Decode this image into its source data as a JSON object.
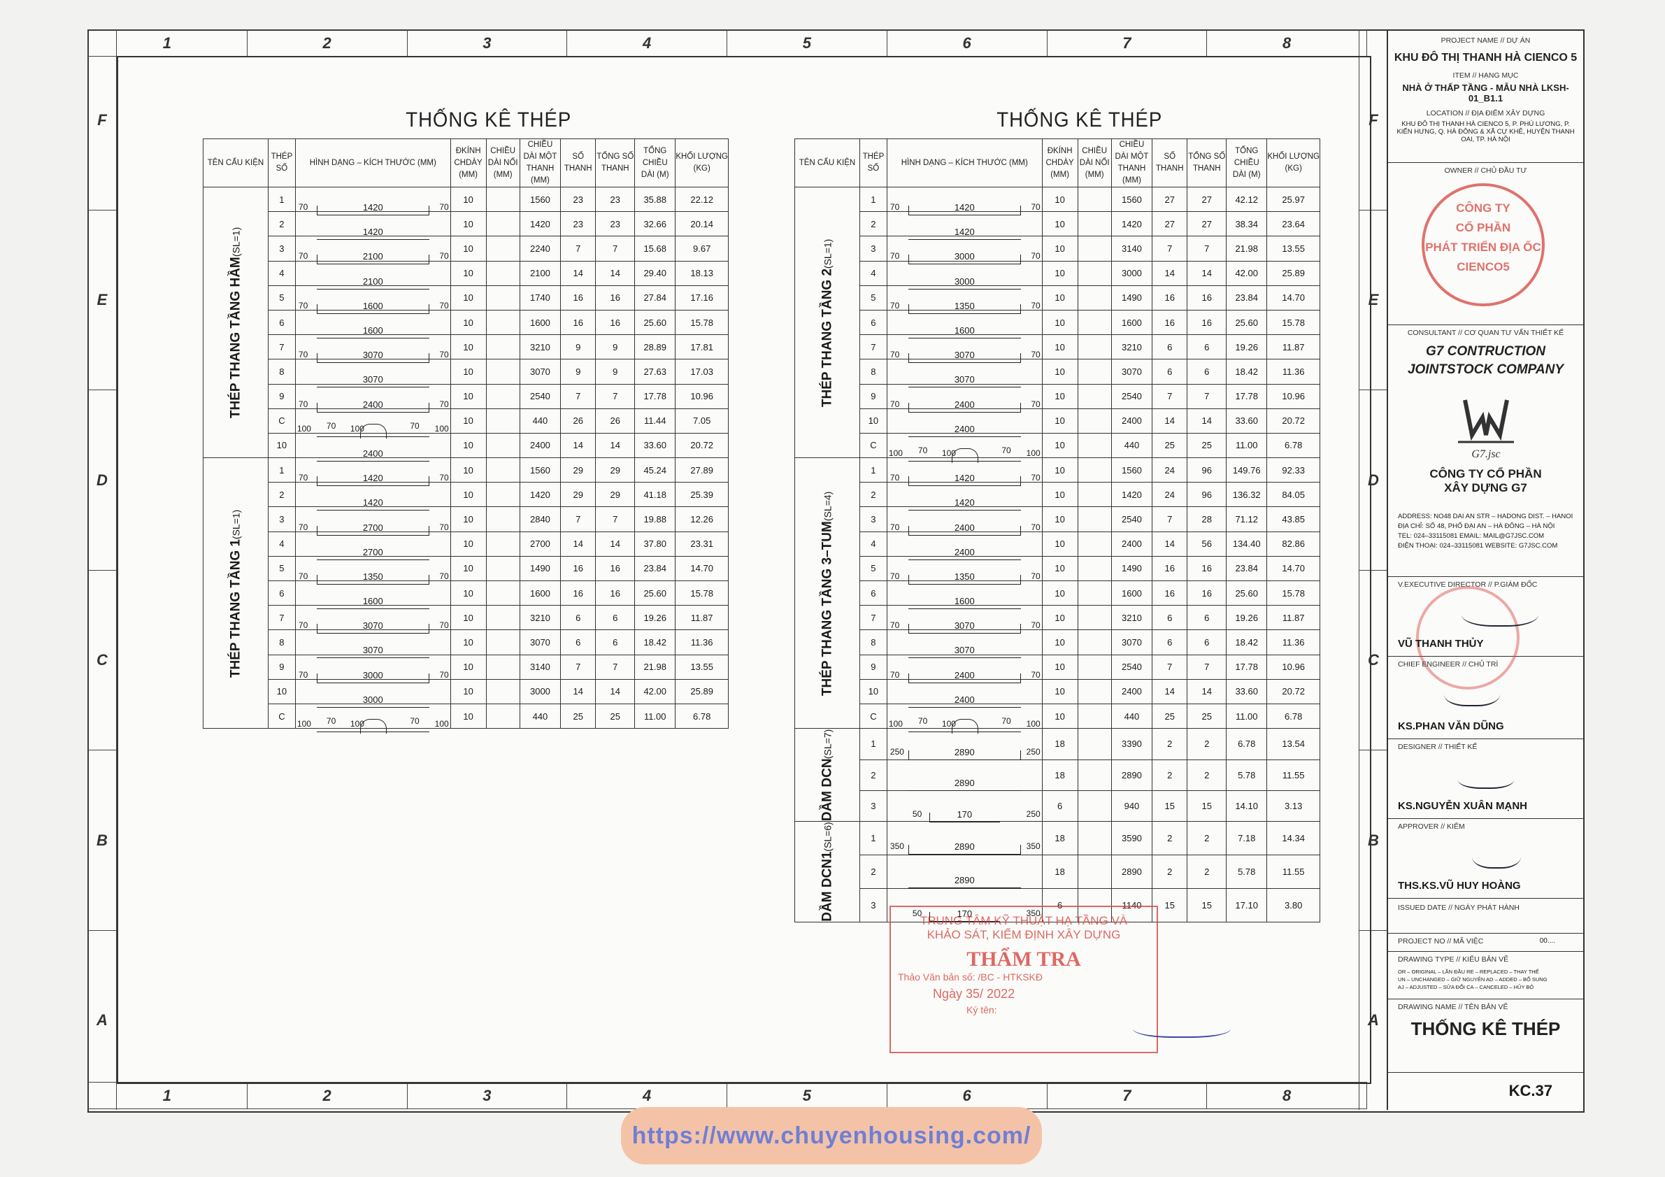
{
  "grid": {
    "columns": [
      "1",
      "2",
      "3",
      "4",
      "5",
      "6",
      "7",
      "8"
    ],
    "rows": [
      "F",
      "E",
      "D",
      "C",
      "B",
      "A"
    ]
  },
  "tables": [
    {
      "title": "THỐNG KÊ THÉP",
      "headers": [
        "TÊN CẤU KIỆN",
        "THÉP SỐ",
        "HÌNH DẠNG – KÍCH THƯỚC (MM)",
        "ĐKÍNH CHDÀY (MM)",
        "CHIỀU DÀI NỐI (MM)",
        "CHIỀU DÀI MỘT THANH (MM)",
        "SỐ THANH",
        "TỔNG SỐ THANH",
        "TỔNG CHIỀU DÀI (M)",
        "KHỐI LƯỢNG (KG)"
      ],
      "groups": [
        {
          "name": "THÉP THANG TẦNG HẦM",
          "sl": "(SL=1)",
          "rows": [
            {
              "no": "1",
              "shape": "hook",
              "ends": "70",
              "len": "1420",
              "d": "10",
              "one": "1560",
              "n": "23",
              "total": "23",
              "tl": "35.88",
              "kg": "22.12"
            },
            {
              "no": "2",
              "shape": "bar",
              "len": "1420",
              "d": "10",
              "one": "1420",
              "n": "23",
              "total": "23",
              "tl": "32.66",
              "kg": "20.14"
            },
            {
              "no": "3",
              "shape": "hook",
              "ends": "70",
              "len": "2100",
              "d": "10",
              "one": "2240",
              "n": "7",
              "total": "7",
              "tl": "15.68",
              "kg": "9.67"
            },
            {
              "no": "4",
              "shape": "bar",
              "len": "2100",
              "d": "10",
              "one": "2100",
              "n": "14",
              "total": "14",
              "tl": "29.40",
              "kg": "18.13"
            },
            {
              "no": "5",
              "shape": "hook",
              "ends": "70",
              "len": "1600",
              "d": "10",
              "one": "1740",
              "n": "16",
              "total": "16",
              "tl": "27.84",
              "kg": "17.16"
            },
            {
              "no": "6",
              "shape": "bar",
              "len": "1600",
              "d": "10",
              "one": "1600",
              "n": "16",
              "total": "16",
              "tl": "25.60",
              "kg": "15.78"
            },
            {
              "no": "7",
              "shape": "hook",
              "ends": "70",
              "len": "3070",
              "d": "10",
              "one": "3210",
              "n": "9",
              "total": "9",
              "tl": "28.89",
              "kg": "17.81"
            },
            {
              "no": "8",
              "shape": "bar",
              "len": "3070",
              "d": "10",
              "one": "3070",
              "n": "9",
              "total": "9",
              "tl": "27.63",
              "kg": "17.03"
            },
            {
              "no": "9",
              "shape": "hook",
              "ends": "70",
              "len": "2400",
              "d": "10",
              "one": "2540",
              "n": "7",
              "total": "7",
              "tl": "17.78",
              "kg": "10.96"
            },
            {
              "no": "C",
              "shape": "c",
              "d": "10",
              "one": "440",
              "n": "26",
              "total": "26",
              "tl": "11.44",
              "kg": "7.05"
            },
            {
              "no": "10",
              "shape": "bar",
              "len": "2400",
              "d": "10",
              "one": "2400",
              "n": "14",
              "total": "14",
              "tl": "33.60",
              "kg": "20.72"
            }
          ]
        },
        {
          "name": "THÉP THANG TẦNG 1",
          "sl": "(SL=1)",
          "rows": [
            {
              "no": "1",
              "shape": "hook",
              "ends": "70",
              "len": "1420",
              "d": "10",
              "one": "1560",
              "n": "29",
              "total": "29",
              "tl": "45.24",
              "kg": "27.89"
            },
            {
              "no": "2",
              "shape": "bar",
              "len": "1420",
              "d": "10",
              "one": "1420",
              "n": "29",
              "total": "29",
              "tl": "41.18",
              "kg": "25.39"
            },
            {
              "no": "3",
              "shape": "hook",
              "ends": "70",
              "len": "2700",
              "d": "10",
              "one": "2840",
              "n": "7",
              "total": "7",
              "tl": "19.88",
              "kg": "12.26"
            },
            {
              "no": "4",
              "shape": "bar",
              "len": "2700",
              "d": "10",
              "one": "2700",
              "n": "14",
              "total": "14",
              "tl": "37.80",
              "kg": "23.31"
            },
            {
              "no": "5",
              "shape": "hook",
              "ends": "70",
              "len": "1350",
              "d": "10",
              "one": "1490",
              "n": "16",
              "total": "16",
              "tl": "23.84",
              "kg": "14.70"
            },
            {
              "no": "6",
              "shape": "bar",
              "len": "1600",
              "d": "10",
              "one": "1600",
              "n": "16",
              "total": "16",
              "tl": "25.60",
              "kg": "15.78"
            },
            {
              "no": "7",
              "shape": "hook",
              "ends": "70",
              "len": "3070",
              "d": "10",
              "one": "3210",
              "n": "6",
              "total": "6",
              "tl": "19.26",
              "kg": "11.87"
            },
            {
              "no": "8",
              "shape": "bar",
              "len": "3070",
              "d": "10",
              "one": "3070",
              "n": "6",
              "total": "6",
              "tl": "18.42",
              "kg": "11.36"
            },
            {
              "no": "9",
              "shape": "hook",
              "ends": "70",
              "len": "3000",
              "d": "10",
              "one": "3140",
              "n": "7",
              "total": "7",
              "tl": "21.98",
              "kg": "13.55"
            },
            {
              "no": "10",
              "shape": "bar",
              "len": "3000",
              "d": "10",
              "one": "3000",
              "n": "14",
              "total": "14",
              "tl": "42.00",
              "kg": "25.89"
            },
            {
              "no": "C",
              "shape": "c",
              "d": "10",
              "one": "440",
              "n": "25",
              "total": "25",
              "tl": "11.00",
              "kg": "6.78"
            }
          ]
        }
      ]
    },
    {
      "title": "THỐNG KÊ THÉP",
      "headers": [
        "TÊN CẤU KIỆN",
        "THÉP SỐ",
        "HÌNH DẠNG – KÍCH THƯỚC (MM)",
        "ĐKÍNH CHDÀY (MM)",
        "CHIỀU DÀI NỐI (MM)",
        "CHIỀU DÀI MỘT THANH (MM)",
        "SỐ THANH",
        "TỔNG SỐ THANH",
        "TỔNG CHIỀU DÀI (M)",
        "KHỐI LƯỢNG (KG)"
      ],
      "groups": [
        {
          "name": "THÉP THANG TẦNG 2",
          "sl": "(SL=1)",
          "rows": [
            {
              "no": "1",
              "shape": "hook",
              "ends": "70",
              "len": "1420",
              "d": "10",
              "one": "1560",
              "n": "27",
              "total": "27",
              "tl": "42.12",
              "kg": "25.97"
            },
            {
              "no": "2",
              "shape": "bar",
              "len": "1420",
              "d": "10",
              "one": "1420",
              "n": "27",
              "total": "27",
              "tl": "38.34",
              "kg": "23.64"
            },
            {
              "no": "3",
              "shape": "hook",
              "ends": "70",
              "len": "3000",
              "d": "10",
              "one": "3140",
              "n": "7",
              "total": "7",
              "tl": "21.98",
              "kg": "13.55"
            },
            {
              "no": "4",
              "shape": "bar",
              "len": "3000",
              "d": "10",
              "one": "3000",
              "n": "14",
              "total": "14",
              "tl": "42.00",
              "kg": "25.89"
            },
            {
              "no": "5",
              "shape": "hook",
              "ends": "70",
              "len": "1350",
              "d": "10",
              "one": "1490",
              "n": "16",
              "total": "16",
              "tl": "23.84",
              "kg": "14.70"
            },
            {
              "no": "6",
              "shape": "bar",
              "len": "1600",
              "d": "10",
              "one": "1600",
              "n": "16",
              "total": "16",
              "tl": "25.60",
              "kg": "15.78"
            },
            {
              "no": "7",
              "shape": "hook",
              "ends": "70",
              "len": "3070",
              "d": "10",
              "one": "3210",
              "n": "6",
              "total": "6",
              "tl": "19.26",
              "kg": "11.87"
            },
            {
              "no": "8",
              "shape": "bar",
              "len": "3070",
              "d": "10",
              "one": "3070",
              "n": "6",
              "total": "6",
              "tl": "18.42",
              "kg": "11.36"
            },
            {
              "no": "9",
              "shape": "hook",
              "ends": "70",
              "len": "2400",
              "d": "10",
              "one": "2540",
              "n": "7",
              "total": "7",
              "tl": "17.78",
              "kg": "10.96"
            },
            {
              "no": "10",
              "shape": "bar",
              "len": "2400",
              "d": "10",
              "one": "2400",
              "n": "14",
              "total": "14",
              "tl": "33.60",
              "kg": "20.72"
            },
            {
              "no": "C",
              "shape": "c",
              "d": "10",
              "one": "440",
              "n": "25",
              "total": "25",
              "tl": "11.00",
              "kg": "6.78"
            }
          ]
        },
        {
          "name": "THÉP THANG TẦNG 3–TUM",
          "sl": "(SL=4)",
          "rows": [
            {
              "no": "1",
              "shape": "hook",
              "ends": "70",
              "len": "1420",
              "d": "10",
              "one": "1560",
              "n": "24",
              "total": "96",
              "tl": "149.76",
              "kg": "92.33"
            },
            {
              "no": "2",
              "shape": "bar",
              "len": "1420",
              "d": "10",
              "one": "1420",
              "n": "24",
              "total": "96",
              "tl": "136.32",
              "kg": "84.05"
            },
            {
              "no": "3",
              "shape": "hook",
              "ends": "70",
              "len": "2400",
              "d": "10",
              "one": "2540",
              "n": "7",
              "total": "28",
              "tl": "71.12",
              "kg": "43.85"
            },
            {
              "no": "4",
              "shape": "bar",
              "len": "2400",
              "d": "10",
              "one": "2400",
              "n": "14",
              "total": "56",
              "tl": "134.40",
              "kg": "82.86"
            },
            {
              "no": "5",
              "shape": "hook",
              "ends": "70",
              "len": "1350",
              "d": "10",
              "one": "1490",
              "n": "16",
              "total": "16",
              "tl": "23.84",
              "kg": "14.70"
            },
            {
              "no": "6",
              "shape": "bar",
              "len": "1600",
              "d": "10",
              "one": "1600",
              "n": "16",
              "total": "16",
              "tl": "25.60",
              "kg": "15.78"
            },
            {
              "no": "7",
              "shape": "hook",
              "ends": "70",
              "len": "3070",
              "d": "10",
              "one": "3210",
              "n": "6",
              "total": "6",
              "tl": "19.26",
              "kg": "11.87"
            },
            {
              "no": "8",
              "shape": "bar",
              "len": "3070",
              "d": "10",
              "one": "3070",
              "n": "6",
              "total": "6",
              "tl": "18.42",
              "kg": "11.36"
            },
            {
              "no": "9",
              "shape": "hook",
              "ends": "70",
              "len": "2400",
              "d": "10",
              "one": "2540",
              "n": "7",
              "total": "7",
              "tl": "17.78",
              "kg": "10.96"
            },
            {
              "no": "10",
              "shape": "bar",
              "len": "2400",
              "d": "10",
              "one": "2400",
              "n": "14",
              "total": "14",
              "tl": "33.60",
              "kg": "20.72"
            },
            {
              "no": "C",
              "shape": "c",
              "d": "10",
              "one": "440",
              "n": "25",
              "total": "25",
              "tl": "11.00",
              "kg": "6.78"
            }
          ]
        },
        {
          "name": "DẦM DCN",
          "sl": "(SL=7)",
          "rows": [
            {
              "no": "1",
              "shape": "hook",
              "ends": "250",
              "len": "2890",
              "d": "18",
              "one": "3390",
              "n": "2",
              "total": "2",
              "tl": "6.78",
              "kg": "13.54"
            },
            {
              "no": "2",
              "shape": "bar",
              "len": "2890",
              "d": "18",
              "one": "2890",
              "n": "2",
              "total": "2",
              "tl": "5.78",
              "kg": "11.55"
            },
            {
              "no": "3",
              "shape": "stirrup",
              "len": "170",
              "left": "50",
              "right": "250",
              "d": "6",
              "one": "940",
              "n": "15",
              "total": "15",
              "tl": "14.10",
              "kg": "3.13"
            }
          ]
        },
        {
          "name": "DẦM DCN1",
          "sl": "(SL=6)",
          "rows": [
            {
              "no": "1",
              "shape": "hook",
              "ends": "350",
              "len": "2890",
              "d": "18",
              "one": "3590",
              "n": "2",
              "total": "2",
              "tl": "7.18",
              "kg": "14.34"
            },
            {
              "no": "2",
              "shape": "bar",
              "len": "2890",
              "d": "18",
              "one": "2890",
              "n": "2",
              "total": "2",
              "tl": "5.78",
              "kg": "11.55"
            },
            {
              "no": "3",
              "shape": "stirrup",
              "len": "170",
              "left": "50",
              "right": "350",
              "d": "6",
              "one": "1140",
              "n": "15",
              "total": "15",
              "tl": "17.10",
              "kg": "3.80"
            }
          ]
        }
      ]
    }
  ],
  "c_shape": {
    "outer": "100",
    "inner": "70",
    "mid": "100"
  },
  "title_block": {
    "project_label": "PROJECT NAME // DỰ ÁN",
    "project": "KHU ĐÔ THỊ THANH HÀ CIENCO 5",
    "item_label": "ITEM // HẠNG MỤC",
    "item": "NHÀ Ở THẤP TẦNG - MẪU NHÀ LKSH-01_B1.1",
    "location_label": "LOCATION // ĐỊA ĐIỂM XÂY DỰNG",
    "location": "KHU ĐÔ THỊ THANH HÀ CIENCO 5, P. PHÚ LƯƠNG, P. KIẾN HƯNG, Q. HÀ ĐÔNG & XÃ CỰ KHÊ, HUYỆN THANH OAI, TP. HÀ NỘI",
    "owner_label": "OWNER // CHỦ ĐẦU TƯ",
    "owner_stamp": [
      "CÔNG TY",
      "CỔ PHẦN",
      "PHÁT TRIỂN ĐỊA ỐC",
      "CIENCO5"
    ],
    "consultant_label": "CONSULTANT // CƠ QUAN TƯ VẤN THIẾT KẾ",
    "consultant": [
      "G7 CONTRUCTION",
      "JOINTSTOCK COMPANY"
    ],
    "logo_text": "G7.jsc",
    "company": [
      "CÔNG TY CỔ PHẦN",
      "XÂY DỰNG G7"
    ],
    "address": [
      "ADDRESS:   NO48 DAI AN STR – HADONG DIST. – HANOI",
      "ĐỊA CHỈ:     SỐ 48, PHỐ ĐẠI AN – HÀ ĐÔNG – HÀ NỘI",
      "TEL:           024–33115081    EMAIL: MAIL@G7JSC.COM",
      "ĐIỆN THOẠI: 024–33115081    WEBSITE:  G7JSC.COM"
    ],
    "director_label": "V.EXECUTIVE DIRECTOR // P.GIÁM ĐỐC",
    "director": "VŨ THANH THỦY",
    "chief_label": "CHIEF ENGINEER // CHỦ TRÌ",
    "chief": "KS.PHAN VĂN DŨNG",
    "designer_label": "DESIGNER // THIẾT KẾ",
    "designer": "KS.NGUYỄN XUÂN MẠNH",
    "approver_label": "APPROVER // KIỂM",
    "approver": "THS.KS.VŨ HUY HOÀNG",
    "issued_label": "ISSUED DATE // NGÀY PHÁT HÀNH",
    "projno_label": "PROJECT NO // MÃ VIỆC",
    "projno": "00....",
    "type_label": "DRAWING TYPE // KIỂU BẢN VẼ",
    "type_legend": [
      "OR – ORIGINAL – LẦN ĐẦU      RE – REPLACED – THAY THẾ",
      "UN – UNCHANGED – GIỮ NGUYÊN   AD – ADDED – BỔ SUNG",
      "AJ – ADJUSTED – SỬA ĐỔI       CA – CANCELED – HỦY BỎ"
    ],
    "name_label": "DRAWING NAME // TÊN BẢN VẼ",
    "drawing_name": "THỐNG KÊ THÉP",
    "sheet_no": "KC.37"
  },
  "inspection_stamp": {
    "line1": "TRUNG TÂM KỸ THUẬT HẠ TẦNG VÀ",
    "line2": "KHẢO SÁT, KIỂM ĐỊNH XÂY DỰNG",
    "line3": "THẨM TRA",
    "line4": "Thảo Văn bản số:                 /BC - HTKSKĐ",
    "line5": "Ngày       35/ 2022",
    "line6": "Ký tên:"
  },
  "url": "https://www.chuyenhousing.com/"
}
